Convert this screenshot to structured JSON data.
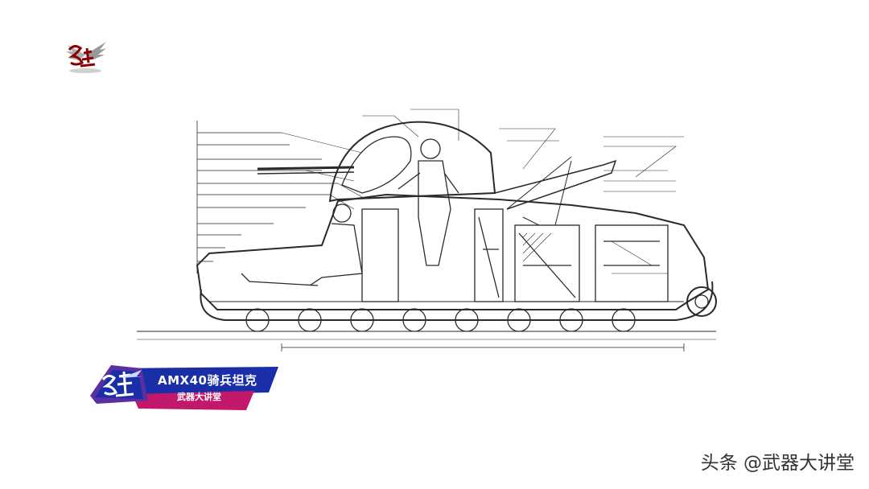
{
  "badge": {
    "title": "AMX40骑兵坦克",
    "subtitle": "武器大讲堂",
    "colors": {
      "primary": "#1a2ea8",
      "accent": "#c2186b",
      "text": "#ffffff"
    }
  },
  "watermark": "头条 @武器大讲堂",
  "icons": {
    "corner_logo": "winged-emblem-icon",
    "badge_logo": "emblem-icon"
  },
  "drawing": {
    "subject": "tank-cutaway-blueprint",
    "line_color": "#2a2a2a"
  }
}
